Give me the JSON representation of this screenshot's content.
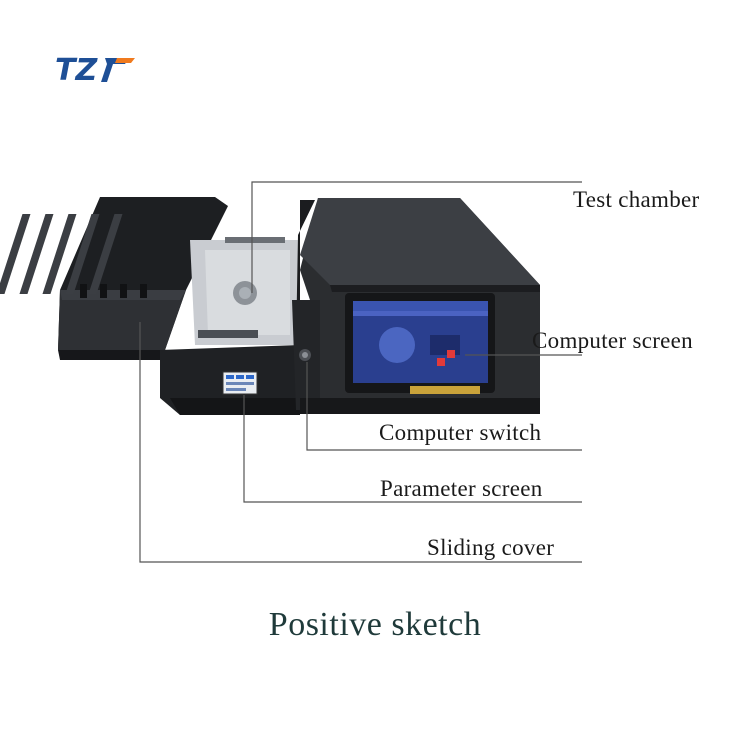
{
  "brand": {
    "logo_text": "TZT"
  },
  "callouts": [
    {
      "id": "test-chamber",
      "label": "Test chamber"
    },
    {
      "id": "computer-screen",
      "label": "Computer screen"
    },
    {
      "id": "computer-switch",
      "label": "Computer switch"
    },
    {
      "id": "parameter-screen",
      "label": "Parameter screen"
    },
    {
      "id": "sliding-cover",
      "label": "Sliding cover"
    }
  ],
  "caption": "Positive sketch",
  "colors": {
    "logo_blue": "#1e4f96",
    "logo_orange": "#f07a1e",
    "leader_line": "#555555",
    "device_body": "#2b2d30",
    "screen_blue": "#2a3f8f"
  }
}
